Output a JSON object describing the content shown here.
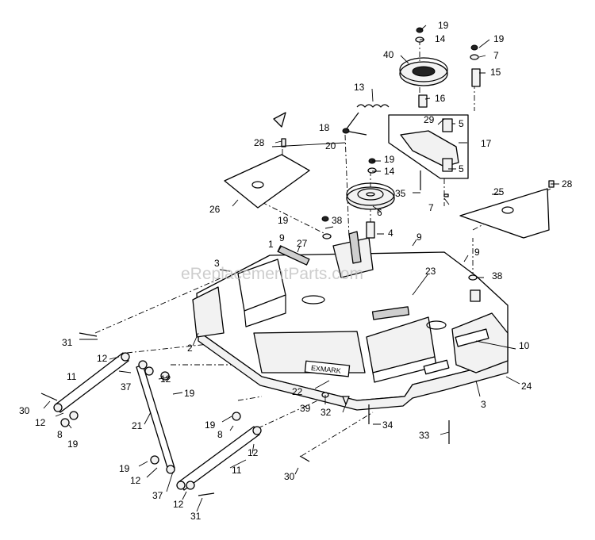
{
  "watermark": "eReplacementParts.com",
  "deck_label": "EXMARK",
  "callouts": [
    {
      "id": "c1",
      "text": "19"
    },
    {
      "id": "c2",
      "text": "14"
    },
    {
      "id": "c3",
      "text": "40"
    },
    {
      "id": "c4",
      "text": "19"
    },
    {
      "id": "c5",
      "text": "7"
    },
    {
      "id": "c6",
      "text": "15"
    },
    {
      "id": "c7",
      "text": "13"
    },
    {
      "id": "c8",
      "text": "16"
    },
    {
      "id": "c9",
      "text": "29"
    },
    {
      "id": "c10",
      "text": "5"
    },
    {
      "id": "c11",
      "text": "18"
    },
    {
      "id": "c12",
      "text": "17"
    },
    {
      "id": "c13",
      "text": "28"
    },
    {
      "id": "c14",
      "text": "20"
    },
    {
      "id": "c15",
      "text": "19"
    },
    {
      "id": "c16",
      "text": "14"
    },
    {
      "id": "c17",
      "text": "5"
    },
    {
      "id": "c18",
      "text": "35"
    },
    {
      "id": "c19",
      "text": "28"
    },
    {
      "id": "c20",
      "text": "25"
    },
    {
      "id": "c21",
      "text": "7"
    },
    {
      "id": "c22",
      "text": "6"
    },
    {
      "id": "c23",
      "text": "26"
    },
    {
      "id": "c24",
      "text": "19"
    },
    {
      "id": "c25",
      "text": "38"
    },
    {
      "id": "c26",
      "text": "4"
    },
    {
      "id": "c27",
      "text": "9"
    },
    {
      "id": "c28",
      "text": "1"
    },
    {
      "id": "c29",
      "text": "9"
    },
    {
      "id": "c30",
      "text": "27"
    },
    {
      "id": "c31",
      "text": "3"
    },
    {
      "id": "c32",
      "text": "9"
    },
    {
      "id": "c33",
      "text": "23"
    },
    {
      "id": "c34",
      "text": "38"
    },
    {
      "id": "c35",
      "text": "31"
    },
    {
      "id": "c36",
      "text": "2"
    },
    {
      "id": "c37",
      "text": "10"
    },
    {
      "id": "c38",
      "text": "12"
    },
    {
      "id": "c39",
      "text": "11"
    },
    {
      "id": "c40",
      "text": "37"
    },
    {
      "id": "c41",
      "text": "19"
    },
    {
      "id": "c42",
      "text": "12"
    },
    {
      "id": "c43",
      "text": "24"
    },
    {
      "id": "c44",
      "text": "22"
    },
    {
      "id": "c45",
      "text": "30"
    },
    {
      "id": "c46",
      "text": "12"
    },
    {
      "id": "c47",
      "text": "8"
    },
    {
      "id": "c48",
      "text": "19"
    },
    {
      "id": "c49",
      "text": "21"
    },
    {
      "id": "c50",
      "text": "39"
    },
    {
      "id": "c51",
      "text": "32"
    },
    {
      "id": "c52",
      "text": "3"
    },
    {
      "id": "c53",
      "text": "34"
    },
    {
      "id": "c54",
      "text": "33"
    },
    {
      "id": "c55",
      "text": "19"
    },
    {
      "id": "c56",
      "text": "8"
    },
    {
      "id": "c57",
      "text": "12"
    },
    {
      "id": "c58",
      "text": "19"
    },
    {
      "id": "c59",
      "text": "12"
    },
    {
      "id": "c60",
      "text": "11"
    },
    {
      "id": "c61",
      "text": "37"
    },
    {
      "id": "c62",
      "text": "30"
    },
    {
      "id": "c63",
      "text": "12"
    },
    {
      "id": "c64",
      "text": "31"
    }
  ]
}
